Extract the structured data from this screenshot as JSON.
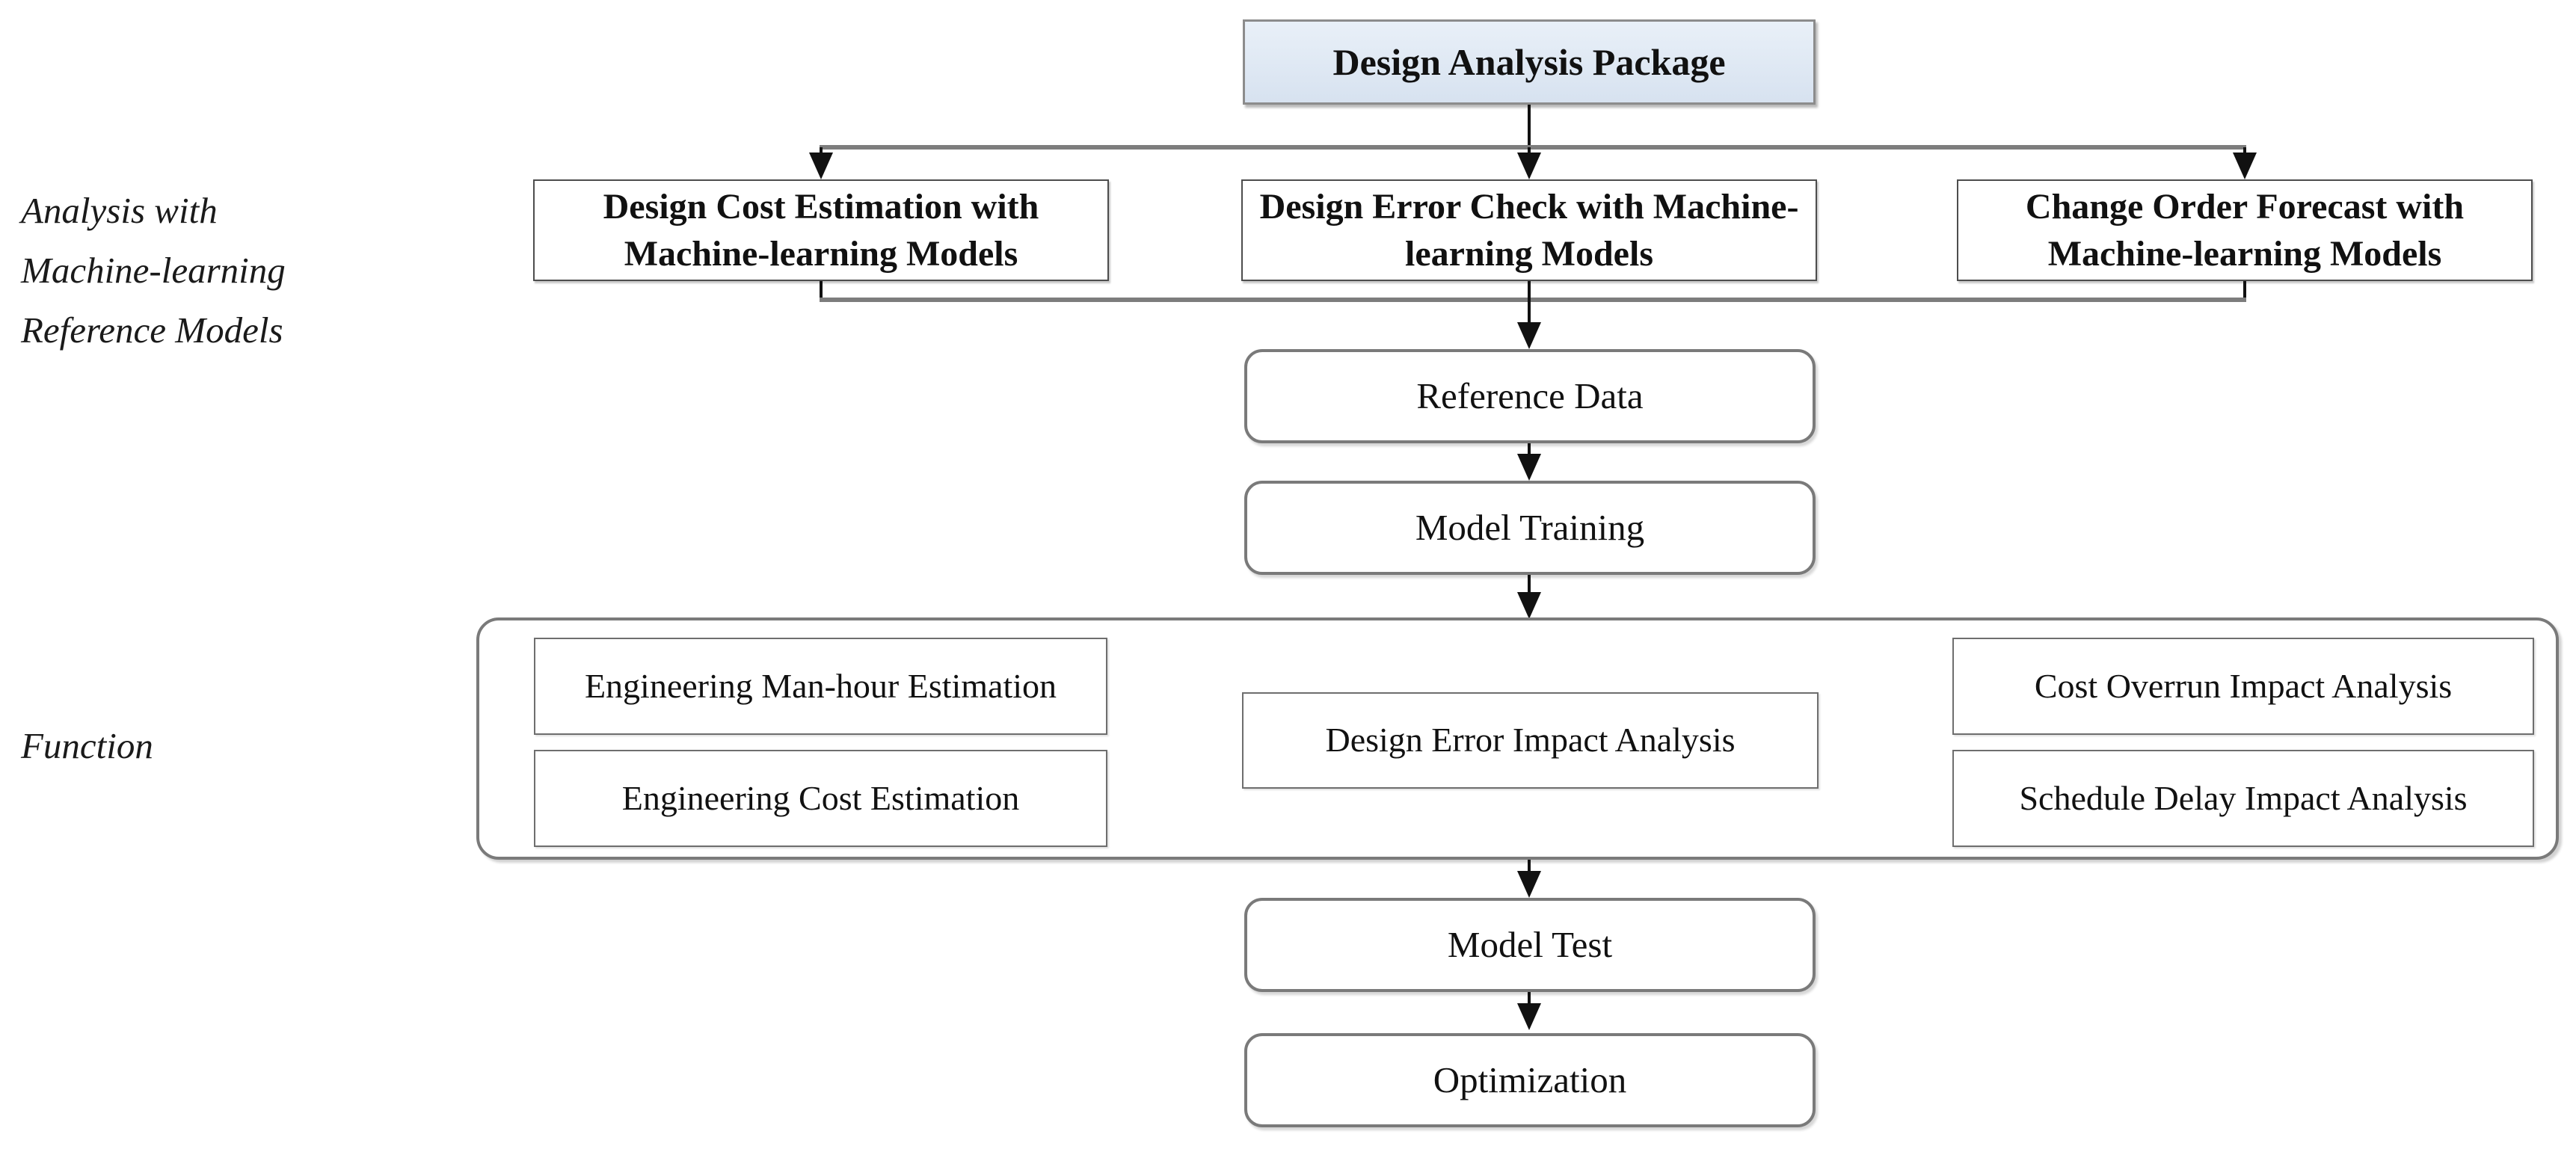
{
  "figure": {
    "title": "Design Analysis Package",
    "side_labels": {
      "analysis": "Analysis with\nMachine-learning\nReference Models",
      "function": "Function"
    },
    "ml_model_boxes": [
      "Design Cost Estimation with Machine-learning Models",
      "Design Error Check with Machine-learning Models",
      "Change Order Forecast with Machine-learning Models"
    ],
    "pipeline": {
      "reference_data": "Reference Data",
      "model_training": "Model Training",
      "model_test": "Model Test",
      "optimization": "Optimization"
    },
    "functions": [
      "Engineering Man-hour Estimation",
      "Engineering Cost Estimation",
      "Design Error Impact Analysis",
      "Cost Overrun Impact Analysis",
      "Schedule Delay Impact Analysis"
    ],
    "colors": {
      "package_fill": "#dbe5f1",
      "package_border": "#8c8c8c",
      "ml_box_border": "#4d4d4d",
      "rounded_border": "#7a7a7a",
      "connector_gray": "#7d7d7d",
      "arrow_black": "#111111"
    }
  }
}
